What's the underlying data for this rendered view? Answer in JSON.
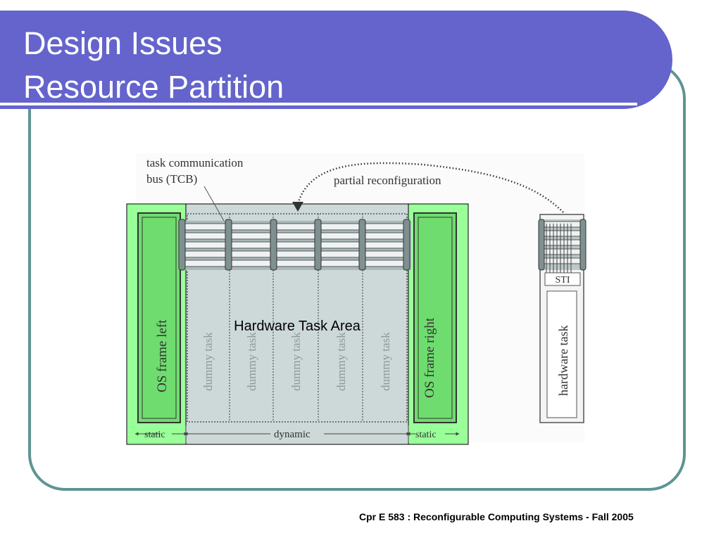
{
  "slide": {
    "title_line1": "Design Issues",
    "title_line2": "Resource Partition",
    "footer": "Cpr E 583 : Reconfigurable Computing Systems - Fall 2005"
  },
  "diagram": {
    "tcb_label_line1": "task communication",
    "tcb_label_line2": "bus (TCB)",
    "partial_reconfig_label": "partial reconfiguration",
    "overlay_label": "Hardware Task Area",
    "os_frame_left": "OS frame left",
    "os_frame_right": "OS frame right",
    "dummy_tasks": [
      "dummy task",
      "dummy task",
      "dummy task",
      "dummy task",
      "dummy task"
    ],
    "static_left": "static",
    "dynamic": "dynamic",
    "static_right": "static",
    "sti_label": "STI",
    "hardware_task_label": "hardware task",
    "colors": {
      "title_banner": "#6464cc",
      "frame_border": "#5f9494",
      "static_green": "#99ff99",
      "dynamic_gray": "#cdd8d8"
    }
  }
}
